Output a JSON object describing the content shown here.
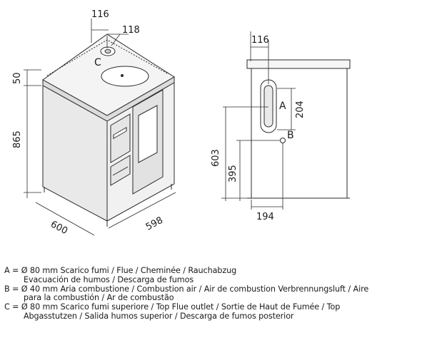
{
  "drawing": {
    "perspective": {
      "dims": {
        "top_offset_a": "116",
        "top_offset_b": "118",
        "top_height": "50",
        "body_height": "865",
        "depth": "600",
        "width": "598"
      },
      "labels": {
        "c": "C"
      }
    },
    "side": {
      "dims": {
        "top_offset": "116",
        "flue_height": "204",
        "total_height": "603",
        "air_height": "395",
        "bottom_offset": "194"
      },
      "labels": {
        "a": "A",
        "b": "B"
      }
    }
  },
  "legend": [
    {
      "lines": [
        "A = Ø 80 mm  Scarico fumi / Flue / Cheminée / Rauchabzug",
        "Evacuación de humos / Descarga de fumos"
      ]
    },
    {
      "lines": [
        "B = Ø 40 mm  Aria combustione / Combustion air / Air de combustion Verbrennungsluft / Aire",
        "para la combustión / Ar de combustão"
      ]
    },
    {
      "lines": [
        "C = Ø 80 mm  Scarico fumi superiore / Top Flue outlet / Sortie de Haut de Fumée / Top",
        "Abgasstutzen  / Salida humos superior / Descarga de fumos posterior"
      ]
    }
  ]
}
